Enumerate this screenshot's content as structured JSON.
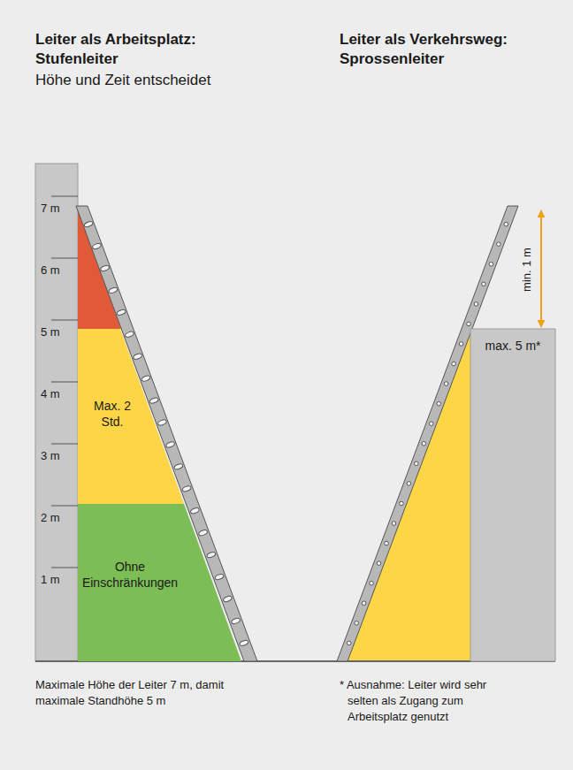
{
  "diagram": {
    "nodes": [
      {
        "text": [
          "Max. 2 Std."
        ]
      },
      {
        "text": [
          "Ohne Einschränkungen"
        ]
      },
      {
        "text": [
          "max. 5 m*"
        ]
      }
    ],
    "labels": [
      "Leiter als Arbeitsplatz: Stufenleiter",
      "Höhe und Zeit entscheidet",
      "Leiter als Verkehrsweg: Sprossenleiter",
      "7 m",
      "6 m",
      "5 m",
      "4 m",
      "3 m",
      "2 m",
      "1 m",
      "min. 1 m",
      "Maximale Höhe der Leiter 7 m, damit maximale Standhöhe 5 m",
      "* Ausnahme: Leiter wird sehr selten als Zugang zum Arbeitsplatz genutzt"
    ]
  }
}
